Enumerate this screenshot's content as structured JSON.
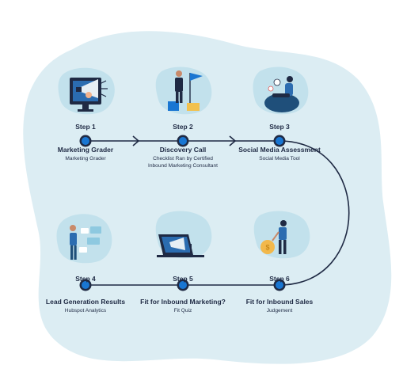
{
  "steps": [
    {
      "number": "Step 1",
      "title": "Marketing Grader",
      "subtitle_lines": [
        "Marketing Grader"
      ],
      "icon": "megaphone-laptop-icon"
    },
    {
      "number": "Step 2",
      "title": "Discovery Call",
      "subtitle_lines": [
        "Checklist Ran by Certified",
        "Inbound Marketing Consultant"
      ],
      "icon": "person-flag-icon"
    },
    {
      "number": "Step 3",
      "title": "Social Media Assessment",
      "subtitle_lines": [
        "Social Media Tool"
      ],
      "icon": "person-beanbag-phone-icon"
    },
    {
      "number": "Step 4",
      "title": "Lead Generation Results",
      "subtitle_lines": [
        "Hubspot Analytics"
      ],
      "icon": "person-chat-bubbles-icon"
    },
    {
      "number": "Step 5",
      "title": "Fit for Inbound Marketing?",
      "subtitle_lines": [
        "Fit Quiz"
      ],
      "icon": "laptop-megaphone-icon"
    },
    {
      "number": "Step 6",
      "title": "Fit for Inbound Sales",
      "subtitle_lines": [
        "Judgement"
      ],
      "icon": "person-coin-icon"
    }
  ],
  "colors": {
    "blob": "#dcedf3",
    "icon_bg": "#c2e1ec",
    "line": "#1f2a44",
    "node": "#1976d2",
    "text": "#1f2a44"
  }
}
